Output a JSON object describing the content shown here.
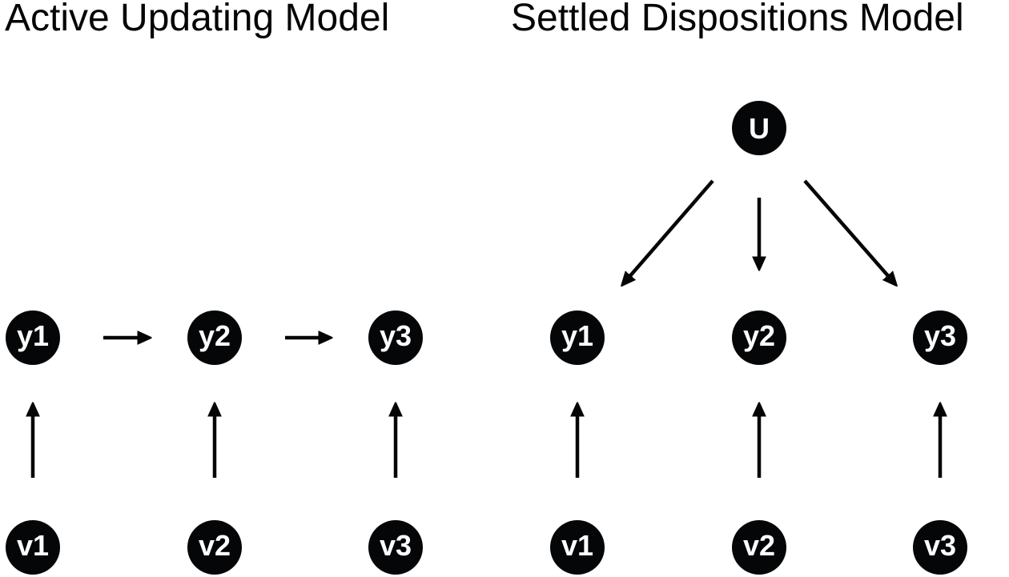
{
  "colors": {
    "node_fill": "#050607",
    "node_text": "#ffffff",
    "edge": "#050505"
  },
  "panels": [
    {
      "id": "left",
      "title": "Active Updating Model",
      "nodes": [
        {
          "id": "y1",
          "label": "y1"
        },
        {
          "id": "y2",
          "label": "y2"
        },
        {
          "id": "y3",
          "label": "y3"
        },
        {
          "id": "v1",
          "label": "v1"
        },
        {
          "id": "v2",
          "label": "v2"
        },
        {
          "id": "v3",
          "label": "v3"
        }
      ],
      "edges": [
        {
          "from": "y1",
          "to": "y2"
        },
        {
          "from": "y2",
          "to": "y3"
        },
        {
          "from": "v1",
          "to": "y1"
        },
        {
          "from": "v2",
          "to": "y2"
        },
        {
          "from": "v3",
          "to": "y3"
        }
      ]
    },
    {
      "id": "right",
      "title": "Settled Dispositions Model",
      "nodes": [
        {
          "id": "U",
          "label": "U"
        },
        {
          "id": "y1",
          "label": "y1"
        },
        {
          "id": "y2",
          "label": "y2"
        },
        {
          "id": "y3",
          "label": "y3"
        },
        {
          "id": "v1",
          "label": "v1"
        },
        {
          "id": "v2",
          "label": "v2"
        },
        {
          "id": "v3",
          "label": "v3"
        }
      ],
      "edges": [
        {
          "from": "U",
          "to": "y1"
        },
        {
          "from": "U",
          "to": "y2"
        },
        {
          "from": "U",
          "to": "y3"
        },
        {
          "from": "v1",
          "to": "y1"
        },
        {
          "from": "v2",
          "to": "y2"
        },
        {
          "from": "v3",
          "to": "y3"
        }
      ]
    }
  ]
}
